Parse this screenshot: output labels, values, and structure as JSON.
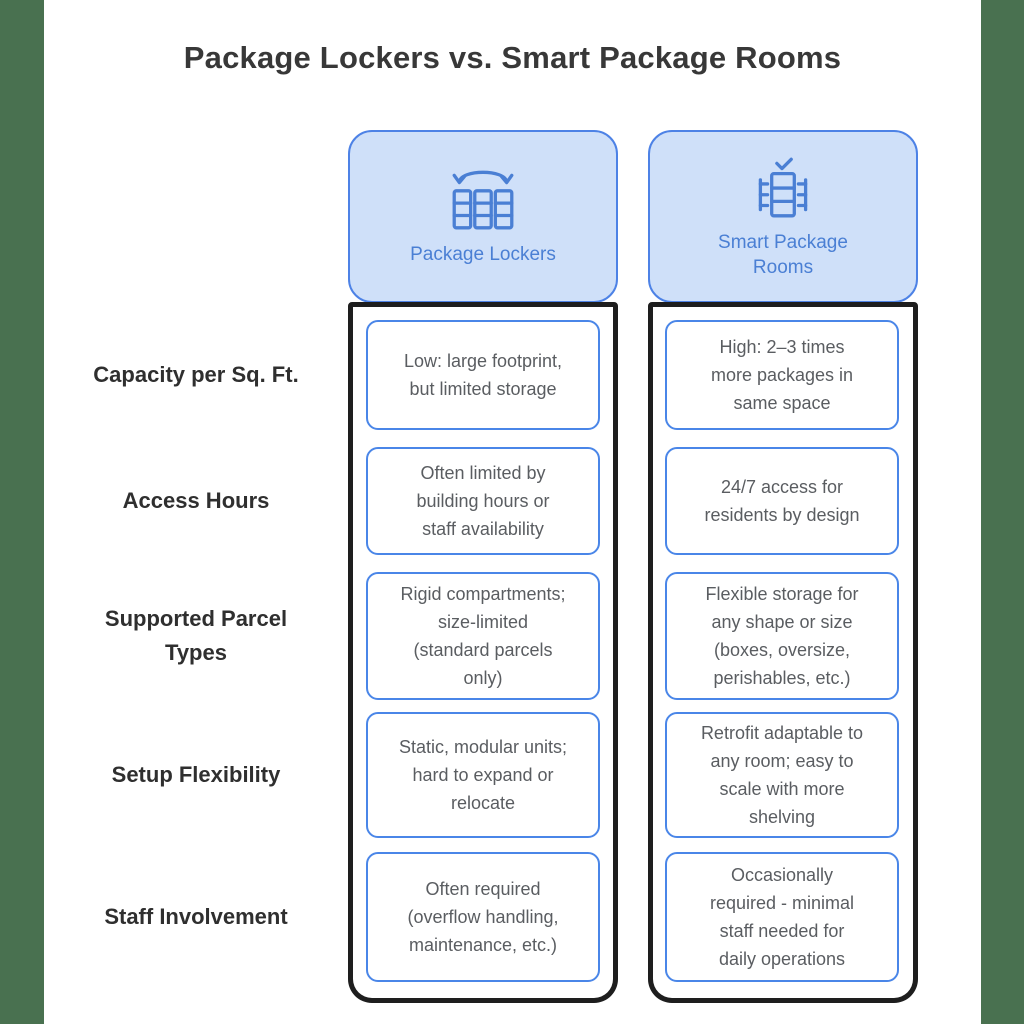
{
  "title": "Package Lockers vs. Smart Package Rooms",
  "columns": [
    {
      "label": "Package Lockers",
      "label_lines": [
        "Package Lockers"
      ],
      "icon": "package-lockers-icon"
    },
    {
      "label": "Smart Package Rooms",
      "label_lines": [
        "Smart Package",
        "Rooms"
      ],
      "icon": "smart-package-room-icon"
    }
  ],
  "rows": [
    {
      "label": "Capacity per Sq. Ft.",
      "label_lines": [
        "Capacity per Sq. Ft."
      ],
      "cells": [
        {
          "text": "Low: large footprint, but limited storage",
          "lines": [
            "Low: large footprint,",
            "but limited storage"
          ]
        },
        {
          "text": "High: 2–3 times more packages in same space",
          "lines": [
            "High: 2–3 times",
            "more packages in",
            "same space"
          ]
        }
      ]
    },
    {
      "label": "Access Hours",
      "label_lines": [
        "Access Hours"
      ],
      "cells": [
        {
          "text": "Often limited by building hours or staff availability",
          "lines": [
            "Often limited by",
            "building hours or",
            "staff availability"
          ]
        },
        {
          "text": "24/7 access for residents by design",
          "lines": [
            "24/7 access for",
            "residents by design"
          ]
        }
      ]
    },
    {
      "label": "Supported Parcel Types",
      "label_lines": [
        "Supported Parcel",
        "Types"
      ],
      "cells": [
        {
          "text": "Rigid compartments; size-limited (standard parcels only)",
          "lines": [
            "Rigid compartments;",
            "size-limited",
            "(standard parcels",
            "only)"
          ]
        },
        {
          "text": "Flexible storage for any shape or size (boxes, oversize, perishables, etc.)",
          "lines": [
            "Flexible storage for",
            "any shape or size",
            "(boxes, oversize,",
            "perishables, etc.)"
          ]
        }
      ]
    },
    {
      "label": "Setup Flexibility",
      "label_lines": [
        "Setup Flexibility"
      ],
      "cells": [
        {
          "text": "Static, modular units; hard to expand or relocate",
          "lines": [
            "Static, modular units;",
            "hard to expand or",
            "relocate"
          ]
        },
        {
          "text": "Retrofit adaptable to any room; easy to scale with more shelving",
          "lines": [
            "Retrofit adaptable to",
            "any room; easy to",
            "scale with more",
            "shelving"
          ]
        }
      ]
    },
    {
      "label": "Staff Involvement",
      "label_lines": [
        "Staff Involvement"
      ],
      "cells": [
        {
          "text": "Often required (overflow handling, maintenance, etc.)",
          "lines": [
            "Often required",
            "(overflow handling,",
            "maintenance, etc.)"
          ]
        },
        {
          "text": "Occasionally required - minimal staff needed for daily operations",
          "lines": [
            "Occasionally",
            "required - minimal",
            "staff needed for",
            "daily operations"
          ]
        }
      ]
    }
  ],
  "colors": {
    "side_band": "#497150",
    "header_fill": "#cfe0f9",
    "header_border": "#4d82e6",
    "header_text": "#4a7fd4",
    "cell_border": "#4a86e8",
    "cell_text": "#5a5d61",
    "column_border": "#1e1e1e",
    "row_label_text": "#2f2f2f",
    "title_text": "#383838"
  }
}
